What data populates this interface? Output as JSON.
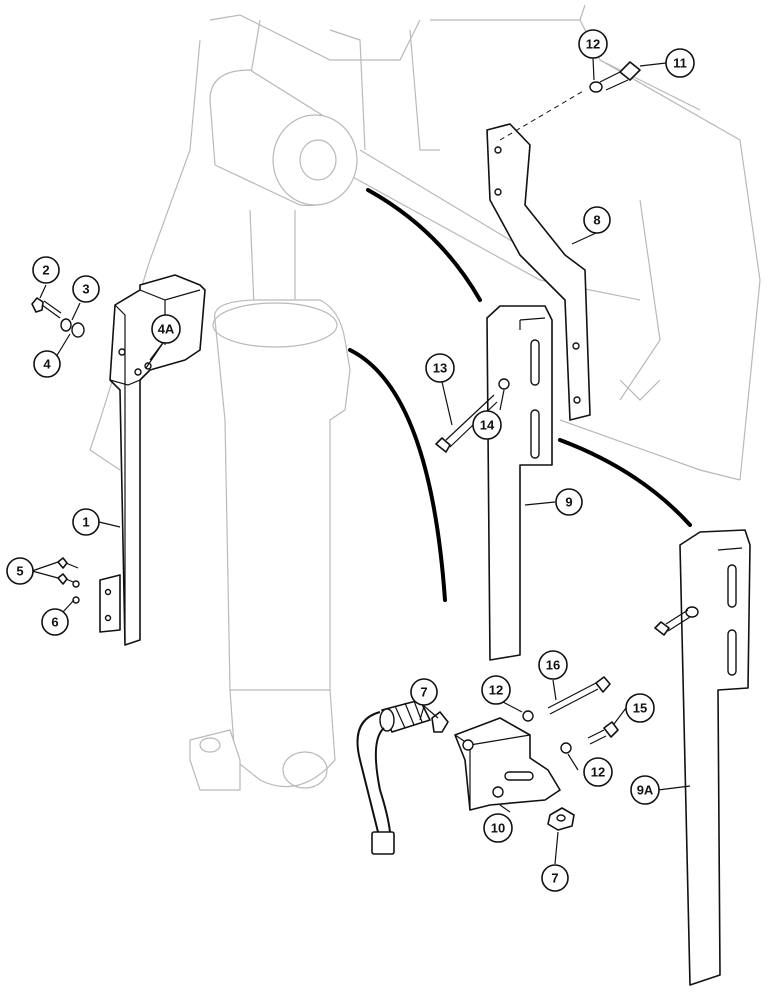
{
  "callouts": [
    {
      "id": "c1",
      "label": "1"
    },
    {
      "id": "c2",
      "label": "2"
    },
    {
      "id": "c3",
      "label": "3"
    },
    {
      "id": "c4",
      "label": "4"
    },
    {
      "id": "c4a",
      "label": "4A"
    },
    {
      "id": "c5",
      "label": "5"
    },
    {
      "id": "c6",
      "label": "6"
    },
    {
      "id": "c7a",
      "label": "7"
    },
    {
      "id": "c7b",
      "label": "7"
    },
    {
      "id": "c8",
      "label": "8"
    },
    {
      "id": "c9",
      "label": "9"
    },
    {
      "id": "c9a",
      "label": "9A"
    },
    {
      "id": "c10",
      "label": "10"
    },
    {
      "id": "c11",
      "label": "11"
    },
    {
      "id": "c12a",
      "label": "12"
    },
    {
      "id": "c12b",
      "label": "12"
    },
    {
      "id": "c12c",
      "label": "12"
    },
    {
      "id": "c13",
      "label": "13"
    },
    {
      "id": "c14",
      "label": "14"
    },
    {
      "id": "c15",
      "label": "15"
    },
    {
      "id": "c16",
      "label": "16"
    }
  ],
  "colors": {
    "line": "#111111",
    "ghost": "#b9b9b9",
    "background": "#ffffff"
  }
}
